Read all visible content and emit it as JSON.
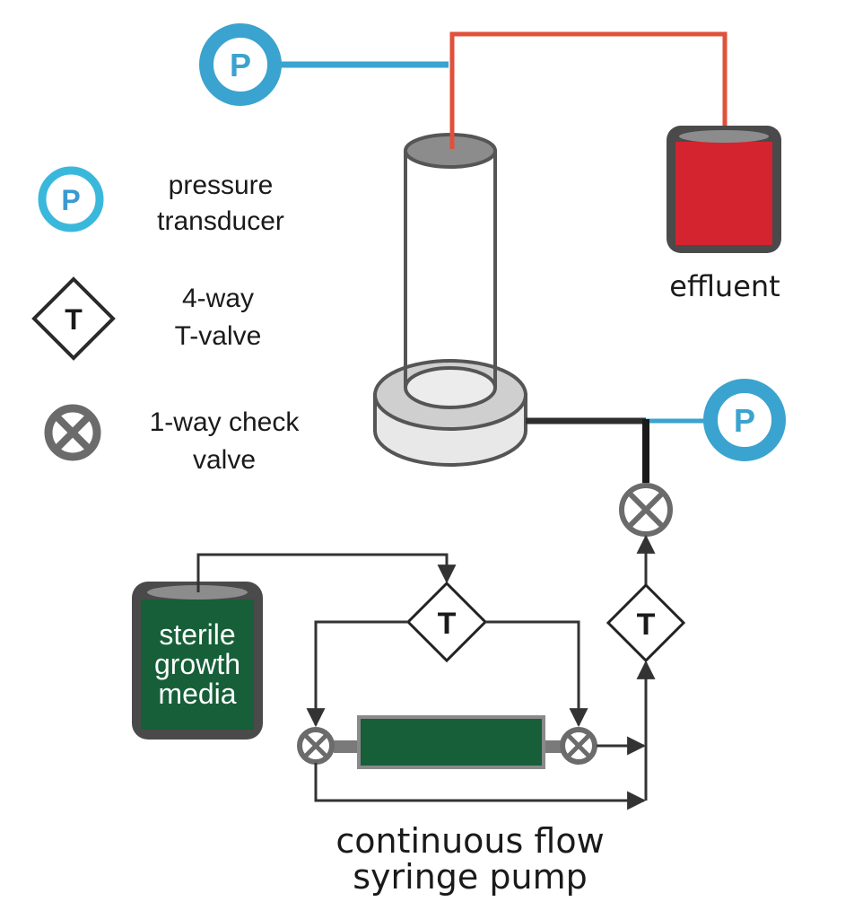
{
  "colors": {
    "transducer_blue": "#3ba3cf",
    "legend_blue": "#3ab8dc",
    "effluent_red": "#d32430",
    "effluent_line": "#e1503a",
    "media_green": "#165f38",
    "dark_gray": "#4a4a4a",
    "valve_gray": "#6b6b6b",
    "black_line": "#1e1e1e"
  },
  "legend": {
    "items": [
      {
        "icon": "pressure-transducer-icon",
        "symbol": "P",
        "line1": "pressure",
        "line2": "transducer"
      },
      {
        "icon": "t-valve-icon",
        "symbol": "T",
        "line1": "4-way",
        "line2": "T-valve"
      },
      {
        "icon": "check-valve-icon",
        "symbol": "⊗",
        "line1": "1-way check",
        "line2": "valve"
      }
    ]
  },
  "components": {
    "top_transducer": {
      "symbol": "P"
    },
    "side_transducer": {
      "symbol": "P"
    },
    "effluent": {
      "label": "effluent"
    },
    "media": {
      "line1": "sterile",
      "line2": "growth",
      "line3": "media"
    },
    "valve_upper": {
      "symbol": "T"
    },
    "valve_right": {
      "symbol": "T"
    },
    "pump": {
      "line1": "continuous flow",
      "line2": "syringe pump"
    }
  }
}
